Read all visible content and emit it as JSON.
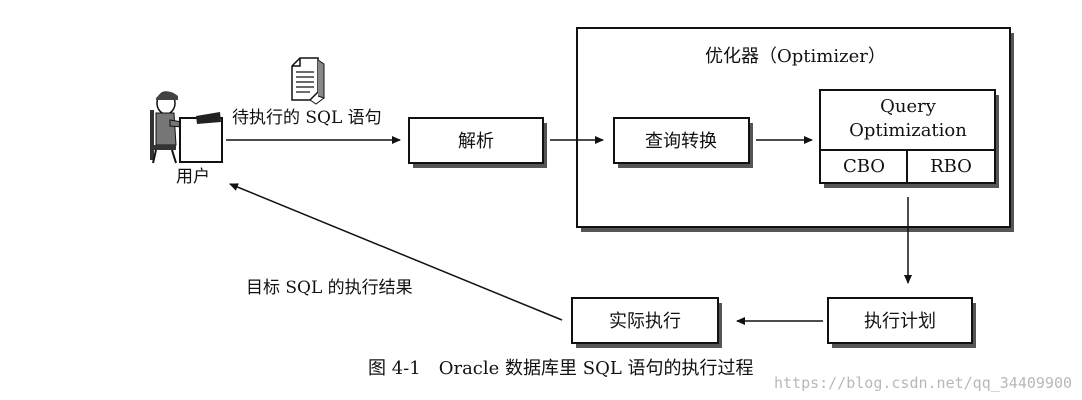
{
  "diagram": {
    "user_label": "用户",
    "input_label": "待执行的 SQL 语句",
    "result_label": "目标 SQL 的执行结果",
    "optimizer_title": "优化器（Optimizer）",
    "parse_box": "解析",
    "query_transform_box": "查询转换",
    "query_optimization_line1": "Query",
    "query_optimization_line2": "Optimization",
    "cbo_label": "CBO",
    "rbo_label": "RBO",
    "execution_plan_box": "执行计划",
    "actual_execution_box": "实际执行",
    "caption": "图 4-1　Oracle 数据库里 SQL 语句的执行过程",
    "watermark": "https://blog.csdn.net/qq_34409900"
  },
  "colors": {
    "stroke": "#111111",
    "shadow": "#555555",
    "watermark": "#b8b8b8"
  }
}
